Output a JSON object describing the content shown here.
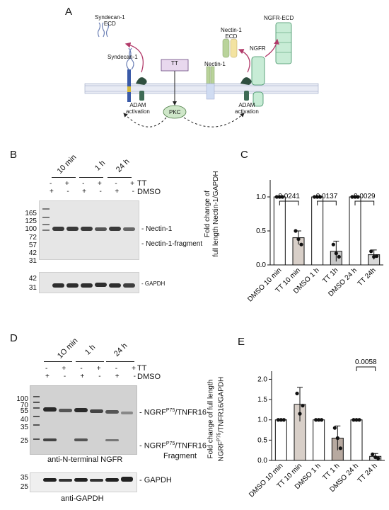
{
  "panels": {
    "A": "A",
    "B": "B",
    "C": "C",
    "D": "D",
    "E": "E"
  },
  "panelA": {
    "syndecan_ecd": "Syndecan-1\nECD",
    "syndecan": "Syndecan-1",
    "tt": "TT",
    "pkc": "PKC",
    "adam1": "ADAM\nactivation",
    "adam2": "ADAM\nactivation",
    "nectin_ecd": "Nectin-1\nECD",
    "nectin": "Nectin-1",
    "ngfr": "NGFR",
    "ngfr_ecd": "NGFR-ECD"
  },
  "panelB": {
    "times": [
      "10 min",
      "1 h",
      "24 h"
    ],
    "tt": "TT",
    "dmso": "DMSO",
    "tt_signs": [
      "-",
      "+",
      "-",
      "+",
      "-",
      "+"
    ],
    "dmso_signs": [
      "+",
      "-",
      "+",
      "-",
      "+",
      "-"
    ],
    "mw_top": [
      "165",
      "125",
      "100",
      "72",
      "57",
      "42",
      "31"
    ],
    "mw_bottom": [
      "42",
      "31"
    ],
    "nectin1": "- Nectin-1",
    "nectin1_frag": "- Nectin-1-fragment",
    "gapdh": "- GAPDH"
  },
  "panelD": {
    "times": [
      "1O min",
      "1 h",
      "24 h"
    ],
    "tt": "TT",
    "dmso": "DMSO",
    "tt_signs": [
      "-",
      "+",
      "-",
      "+",
      "-",
      "+"
    ],
    "dmso_signs": [
      "+",
      "-",
      "+",
      "-",
      "+",
      "-"
    ],
    "mw_top": [
      "100",
      "70",
      "55",
      "40",
      "35",
      "25"
    ],
    "mw_bottom": [
      "35",
      "25"
    ],
    "ngfr_label": "- NGRF",
    "ngfr_sup": "P75",
    "ngfr_tail": "/TNFR16",
    "ngfr_frag_label": "- NGRF",
    "ngfr_frag_sup": "P75",
    "ngfr_frag_tail": "/TNFR16",
    "fragment": "Fragment",
    "anti_n": "anti-N-terminal NGFR",
    "gapdh": "- GAPDH",
    "anti_gapdh": "anti-GAPDH"
  },
  "chart_data": [
    {
      "type": "bar",
      "panel": "C",
      "ylabel": "Fold change of\nfull length Nectin-1/GAPDH",
      "ylim": [
        0,
        1.25
      ],
      "yticks": [
        "0.0",
        "0.5",
        "1.0"
      ],
      "categories": [
        "DMSO 10 min",
        "TT 10 min",
        "DMSO 1 h",
        "TT 1h",
        "DMSO 24 h",
        "TT 24h"
      ],
      "values": [
        1.0,
        0.4,
        1.0,
        0.2,
        1.0,
        0.15
      ],
      "errors": [
        0.0,
        0.1,
        0.0,
        0.15,
        0.0,
        0.07
      ],
      "points": [
        [
          1,
          1,
          1
        ],
        [
          0.5,
          0.38,
          0.3
        ],
        [
          1,
          1,
          1
        ],
        [
          0.3,
          0.17,
          0.12
        ],
        [
          1,
          1,
          1
        ],
        [
          0.2,
          0.12,
          0.13
        ]
      ],
      "colors": [
        "#ffffff",
        "#d8cfc8",
        "#ffffff",
        "#c9c9c9",
        "#ffffff",
        "#d9d9d9"
      ],
      "pvalues": [
        {
          "label": "0.0241",
          "from": 0,
          "to": 1
        },
        {
          "label": "0.0137",
          "from": 2,
          "to": 3
        },
        {
          "label": "0.0029",
          "from": 4,
          "to": 5
        }
      ]
    },
    {
      "type": "bar",
      "panel": "E",
      "ylabel_line1": "Fold change of full length",
      "ylabel_line2_pre": "NGRF",
      "ylabel_line2_sup": "P75",
      "ylabel_line2_post": "/TNFR16/GAPDH",
      "ylim": [
        0,
        2.2
      ],
      "yticks": [
        "0.0",
        "0.5",
        "1.0",
        "1.5",
        "2.0"
      ],
      "categories": [
        "DMSO 10 min",
        "TT 10 min",
        "DMSO 1 h",
        "TT 1 h",
        "DMSO 24 h",
        "TT 24 h"
      ],
      "values": [
        1.0,
        1.38,
        1.0,
        0.55,
        1.0,
        0.1
      ],
      "errors": [
        0.0,
        0.42,
        0.0,
        0.3,
        0.0,
        0.07
      ],
      "points": [
        [
          1,
          1,
          1
        ],
        [
          1.65,
          1.15,
          1.35
        ],
        [
          1,
          1,
          1
        ],
        [
          0.8,
          0.55,
          0.3
        ],
        [
          1,
          1,
          1
        ],
        [
          0.15,
          0.08,
          0.05
        ]
      ],
      "colors": [
        "#ffffff",
        "#d8cfc8",
        "#ffffff",
        "#b7a9a0",
        "#ffffff",
        "#d9d9d9"
      ],
      "pvalues": [
        {
          "label": "0.0058",
          "from": 4,
          "to": 5
        }
      ]
    }
  ]
}
